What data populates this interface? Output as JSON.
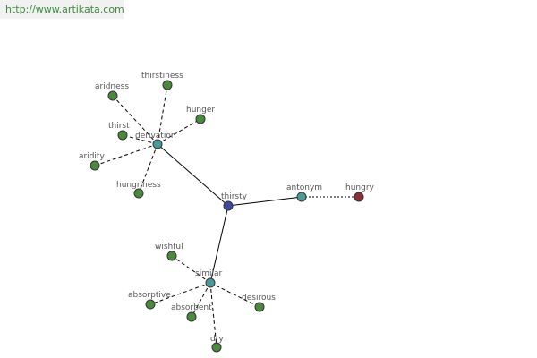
{
  "header": {
    "url": "http://www.artikata.com"
  },
  "colors": {
    "leaf": "#4a8a3c",
    "relation": "#4a9a9a",
    "center": "#3a4aa0",
    "antonym_target": "#8a3030",
    "edge": "#000000"
  },
  "graph": {
    "nodes": [
      {
        "id": "thirsty",
        "label": "thirsty",
        "kind": "center"
      },
      {
        "id": "derivation",
        "label": "derivation",
        "kind": "relation"
      },
      {
        "id": "antonym",
        "label": "antonym",
        "kind": "relation"
      },
      {
        "id": "similar",
        "label": "similar",
        "kind": "relation"
      },
      {
        "id": "hungry",
        "label": "hungry",
        "kind": "antonym_target"
      },
      {
        "id": "aridness",
        "label": "aridness",
        "kind": "leaf"
      },
      {
        "id": "thirstiness",
        "label": "thirstiness",
        "kind": "leaf"
      },
      {
        "id": "hunger",
        "label": "hunger",
        "kind": "leaf"
      },
      {
        "id": "thirst",
        "label": "thirst",
        "kind": "leaf"
      },
      {
        "id": "aridity",
        "label": "aridity",
        "kind": "leaf"
      },
      {
        "id": "hungriness",
        "label": "hungriness",
        "kind": "leaf"
      },
      {
        "id": "wishful",
        "label": "wishful",
        "kind": "leaf"
      },
      {
        "id": "absorptive",
        "label": "absorptive",
        "kind": "leaf"
      },
      {
        "id": "absorbent",
        "label": "absorbent",
        "kind": "leaf"
      },
      {
        "id": "desirous",
        "label": "desirous",
        "kind": "leaf"
      },
      {
        "id": "dry",
        "label": "dry",
        "kind": "leaf"
      }
    ],
    "edges": [
      {
        "from": "thirsty",
        "to": "derivation",
        "style": "solid"
      },
      {
        "from": "thirsty",
        "to": "antonym",
        "style": "solid"
      },
      {
        "from": "thirsty",
        "to": "similar",
        "style": "solid"
      },
      {
        "from": "antonym",
        "to": "hungry",
        "style": "dotted"
      },
      {
        "from": "derivation",
        "to": "aridness",
        "style": "dashed"
      },
      {
        "from": "derivation",
        "to": "thirstiness",
        "style": "dashed"
      },
      {
        "from": "derivation",
        "to": "hunger",
        "style": "dashed"
      },
      {
        "from": "derivation",
        "to": "thirst",
        "style": "dashed"
      },
      {
        "from": "derivation",
        "to": "aridity",
        "style": "dashed"
      },
      {
        "from": "derivation",
        "to": "hungriness",
        "style": "dashed"
      },
      {
        "from": "similar",
        "to": "wishful",
        "style": "dashed"
      },
      {
        "from": "similar",
        "to": "absorptive",
        "style": "dashed"
      },
      {
        "from": "similar",
        "to": "absorbent",
        "style": "dashed"
      },
      {
        "from": "similar",
        "to": "desirous",
        "style": "dashed"
      },
      {
        "from": "similar",
        "to": "dry",
        "style": "dashed"
      }
    ]
  }
}
